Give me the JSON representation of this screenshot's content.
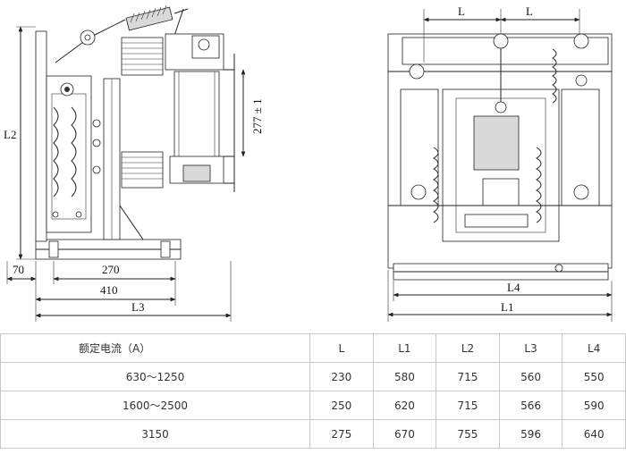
{
  "drawing": {
    "left_view": {
      "dims": {
        "l2": "L2",
        "height_277": "277 ± 1",
        "w70": "70",
        "w270": "270",
        "w410": "410",
        "l3": "L3"
      }
    },
    "right_view": {
      "dims": {
        "l_left": "L",
        "l_right": "L",
        "l4": "L4",
        "l1": "L1"
      }
    }
  },
  "table": {
    "headers": [
      "额定电流（A）",
      "L",
      "L1",
      "L2",
      "L3",
      "L4"
    ],
    "rows": [
      [
        "630～1250",
        "230",
        "580",
        "715",
        "560",
        "550"
      ],
      [
        "1600～2500",
        "250",
        "620",
        "715",
        "566",
        "590"
      ],
      [
        "3150",
        "275",
        "670",
        "755",
        "596",
        "640"
      ]
    ]
  }
}
